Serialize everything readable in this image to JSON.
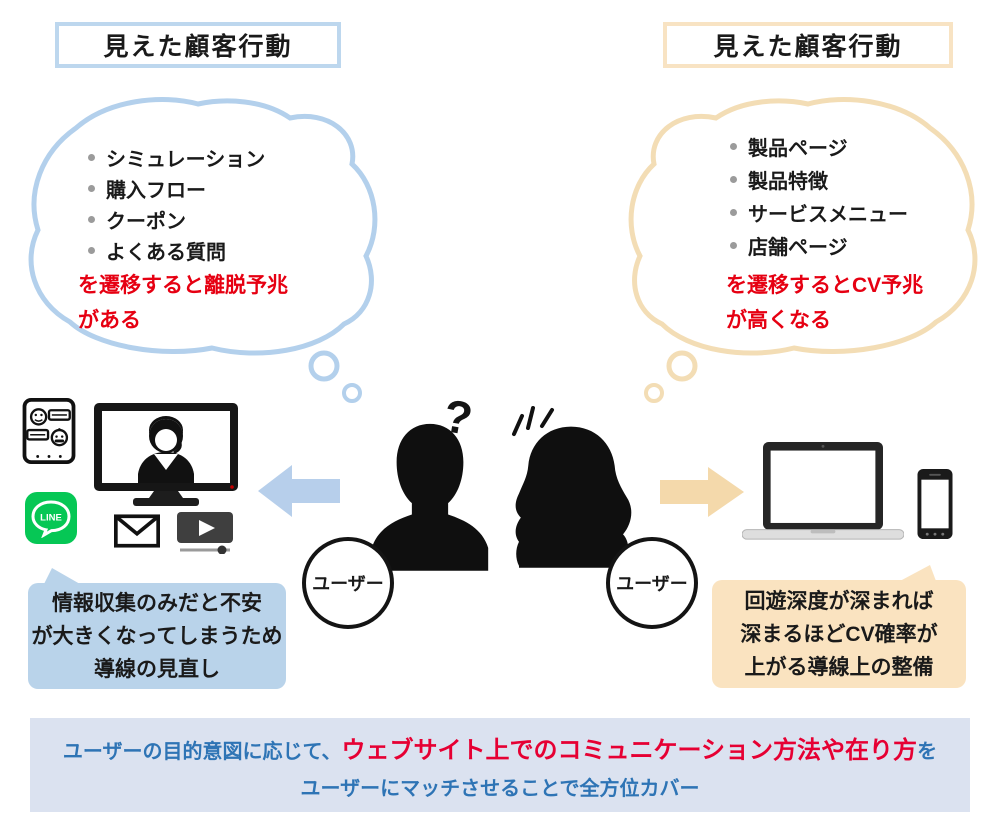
{
  "headers": {
    "left": "見えた顧客行動",
    "right": "見えた顧客行動"
  },
  "left_bubble": {
    "items": [
      "シミュレーション",
      "購入フロー",
      "クーポン",
      "よくある質問"
    ],
    "note_line1": "を遷移すると離脱予兆",
    "note_line2": "がある"
  },
  "right_bubble": {
    "items": [
      "製品ページ",
      "製品特徴",
      "サービスメニュー",
      "店舗ページ"
    ],
    "note_line1": "を遷移するとCV予兆",
    "note_line2": "が高くなる"
  },
  "figures": {
    "left_user_label": "ユーザー",
    "right_user_label": "ユーザー",
    "question_mark": "?"
  },
  "line_app": {
    "label": "LINE"
  },
  "left_callout": {
    "line1": "情報収集のみだと不安",
    "line2": "が大きくなってしまうため",
    "line3": "導線の見直し"
  },
  "right_callout": {
    "line1": "回遊深度が深まれば",
    "line2": "深まるほどCV確率が",
    "line3": "上がる導線上の整備"
  },
  "banner": {
    "pre": "ユーザーの目的意図に応じて、",
    "highlight": "ウェブサイト上でのコミュニケーション方法や在り方",
    "post": "を",
    "line2": "ユーザーにマッチさせることで全方位カバー"
  },
  "icons": {
    "left_cluster": [
      "chatbot-tablet-icon",
      "line-icon",
      "operator-monitor-icon",
      "mail-icon",
      "video-player-icon"
    ],
    "right_cluster": [
      "laptop-icon",
      "smartphone-icon"
    ],
    "center": [
      "man-silhouette",
      "woman-silhouette",
      "question-mark",
      "surprise-marks"
    ]
  },
  "colors": {
    "accent_blue_border": "#bdd7ee",
    "accent_tan_border": "#f8e3c3",
    "bubble_blue_stroke": "#b3d0ec",
    "bubble_tan_stroke": "#f3ddb5",
    "arrow_blue": "#b7cfeb",
    "arrow_tan": "#f4d9ab",
    "callout_blue_bg": "#b9d3ea",
    "callout_tan_bg": "#fae3c0",
    "alert_red": "#e60012",
    "banner_bg": "#dbe2f0",
    "banner_blue": "#2e74b5",
    "banner_red": "#e60033",
    "line_green": "#06c755",
    "silhouette_black": "#0f0f0f"
  }
}
